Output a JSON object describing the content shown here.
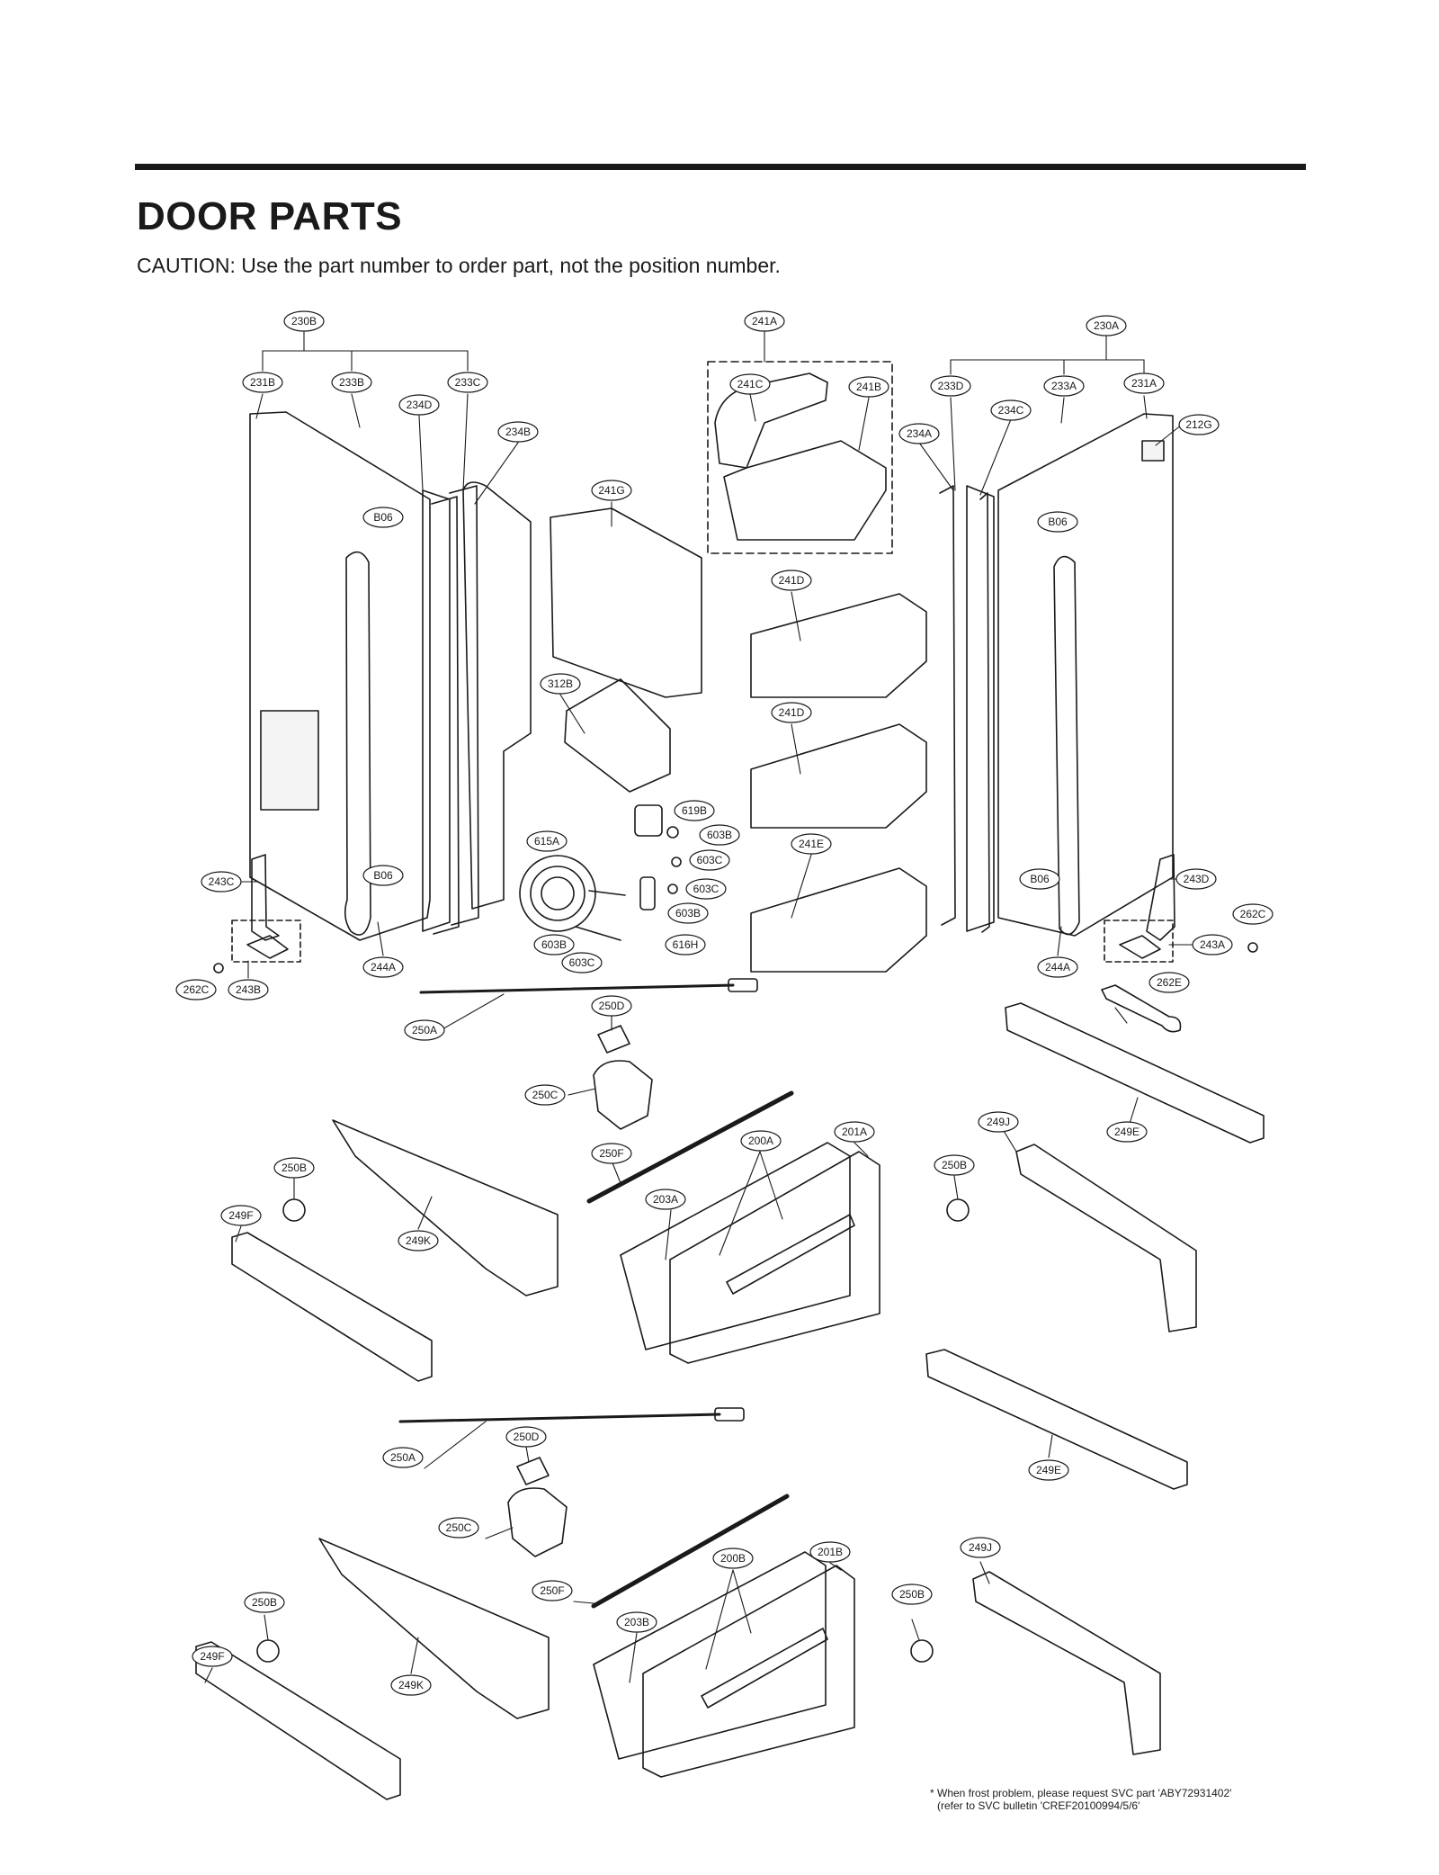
{
  "page": {
    "title": "DOOR PARTS",
    "caution": "CAUTION: Use the part number to order part, not the position number."
  },
  "footnote": {
    "line1": "* When frost problem, please request SVC part 'ABY72931402'",
    "line2": "(refer to SVC bulletin 'CREF20100994/5/6'"
  },
  "colors": {
    "ink": "#1a1a1a",
    "paper": "#ffffff"
  },
  "callouts": [
    "230B",
    "231B",
    "233B",
    "233C",
    "234D",
    "234B",
    "B06",
    "B06",
    "243C",
    "243B",
    "262C",
    "244A",
    "241A",
    "241C",
    "241B",
    "241G",
    "241D",
    "241D",
    "241E",
    "312B",
    "619B",
    "603B",
    "603C",
    "603C",
    "603B",
    "615A",
    "616H",
    "603B",
    "603C",
    "230A",
    "233D",
    "233A",
    "231A",
    "234C",
    "212G",
    "234A",
    "B06",
    "B06",
    "243D",
    "262C",
    "243A",
    "244A",
    "262E",
    "250D",
    "250A",
    "250C",
    "250F",
    "200A",
    "201A",
    "203A",
    "249J",
    "249E",
    "250B",
    "249F",
    "249K",
    "250B",
    "249E",
    "250A",
    "250D",
    "250C",
    "250F",
    "200B",
    "201B",
    "203B",
    "249J",
    "250B",
    "249F",
    "249K",
    "250B"
  ]
}
